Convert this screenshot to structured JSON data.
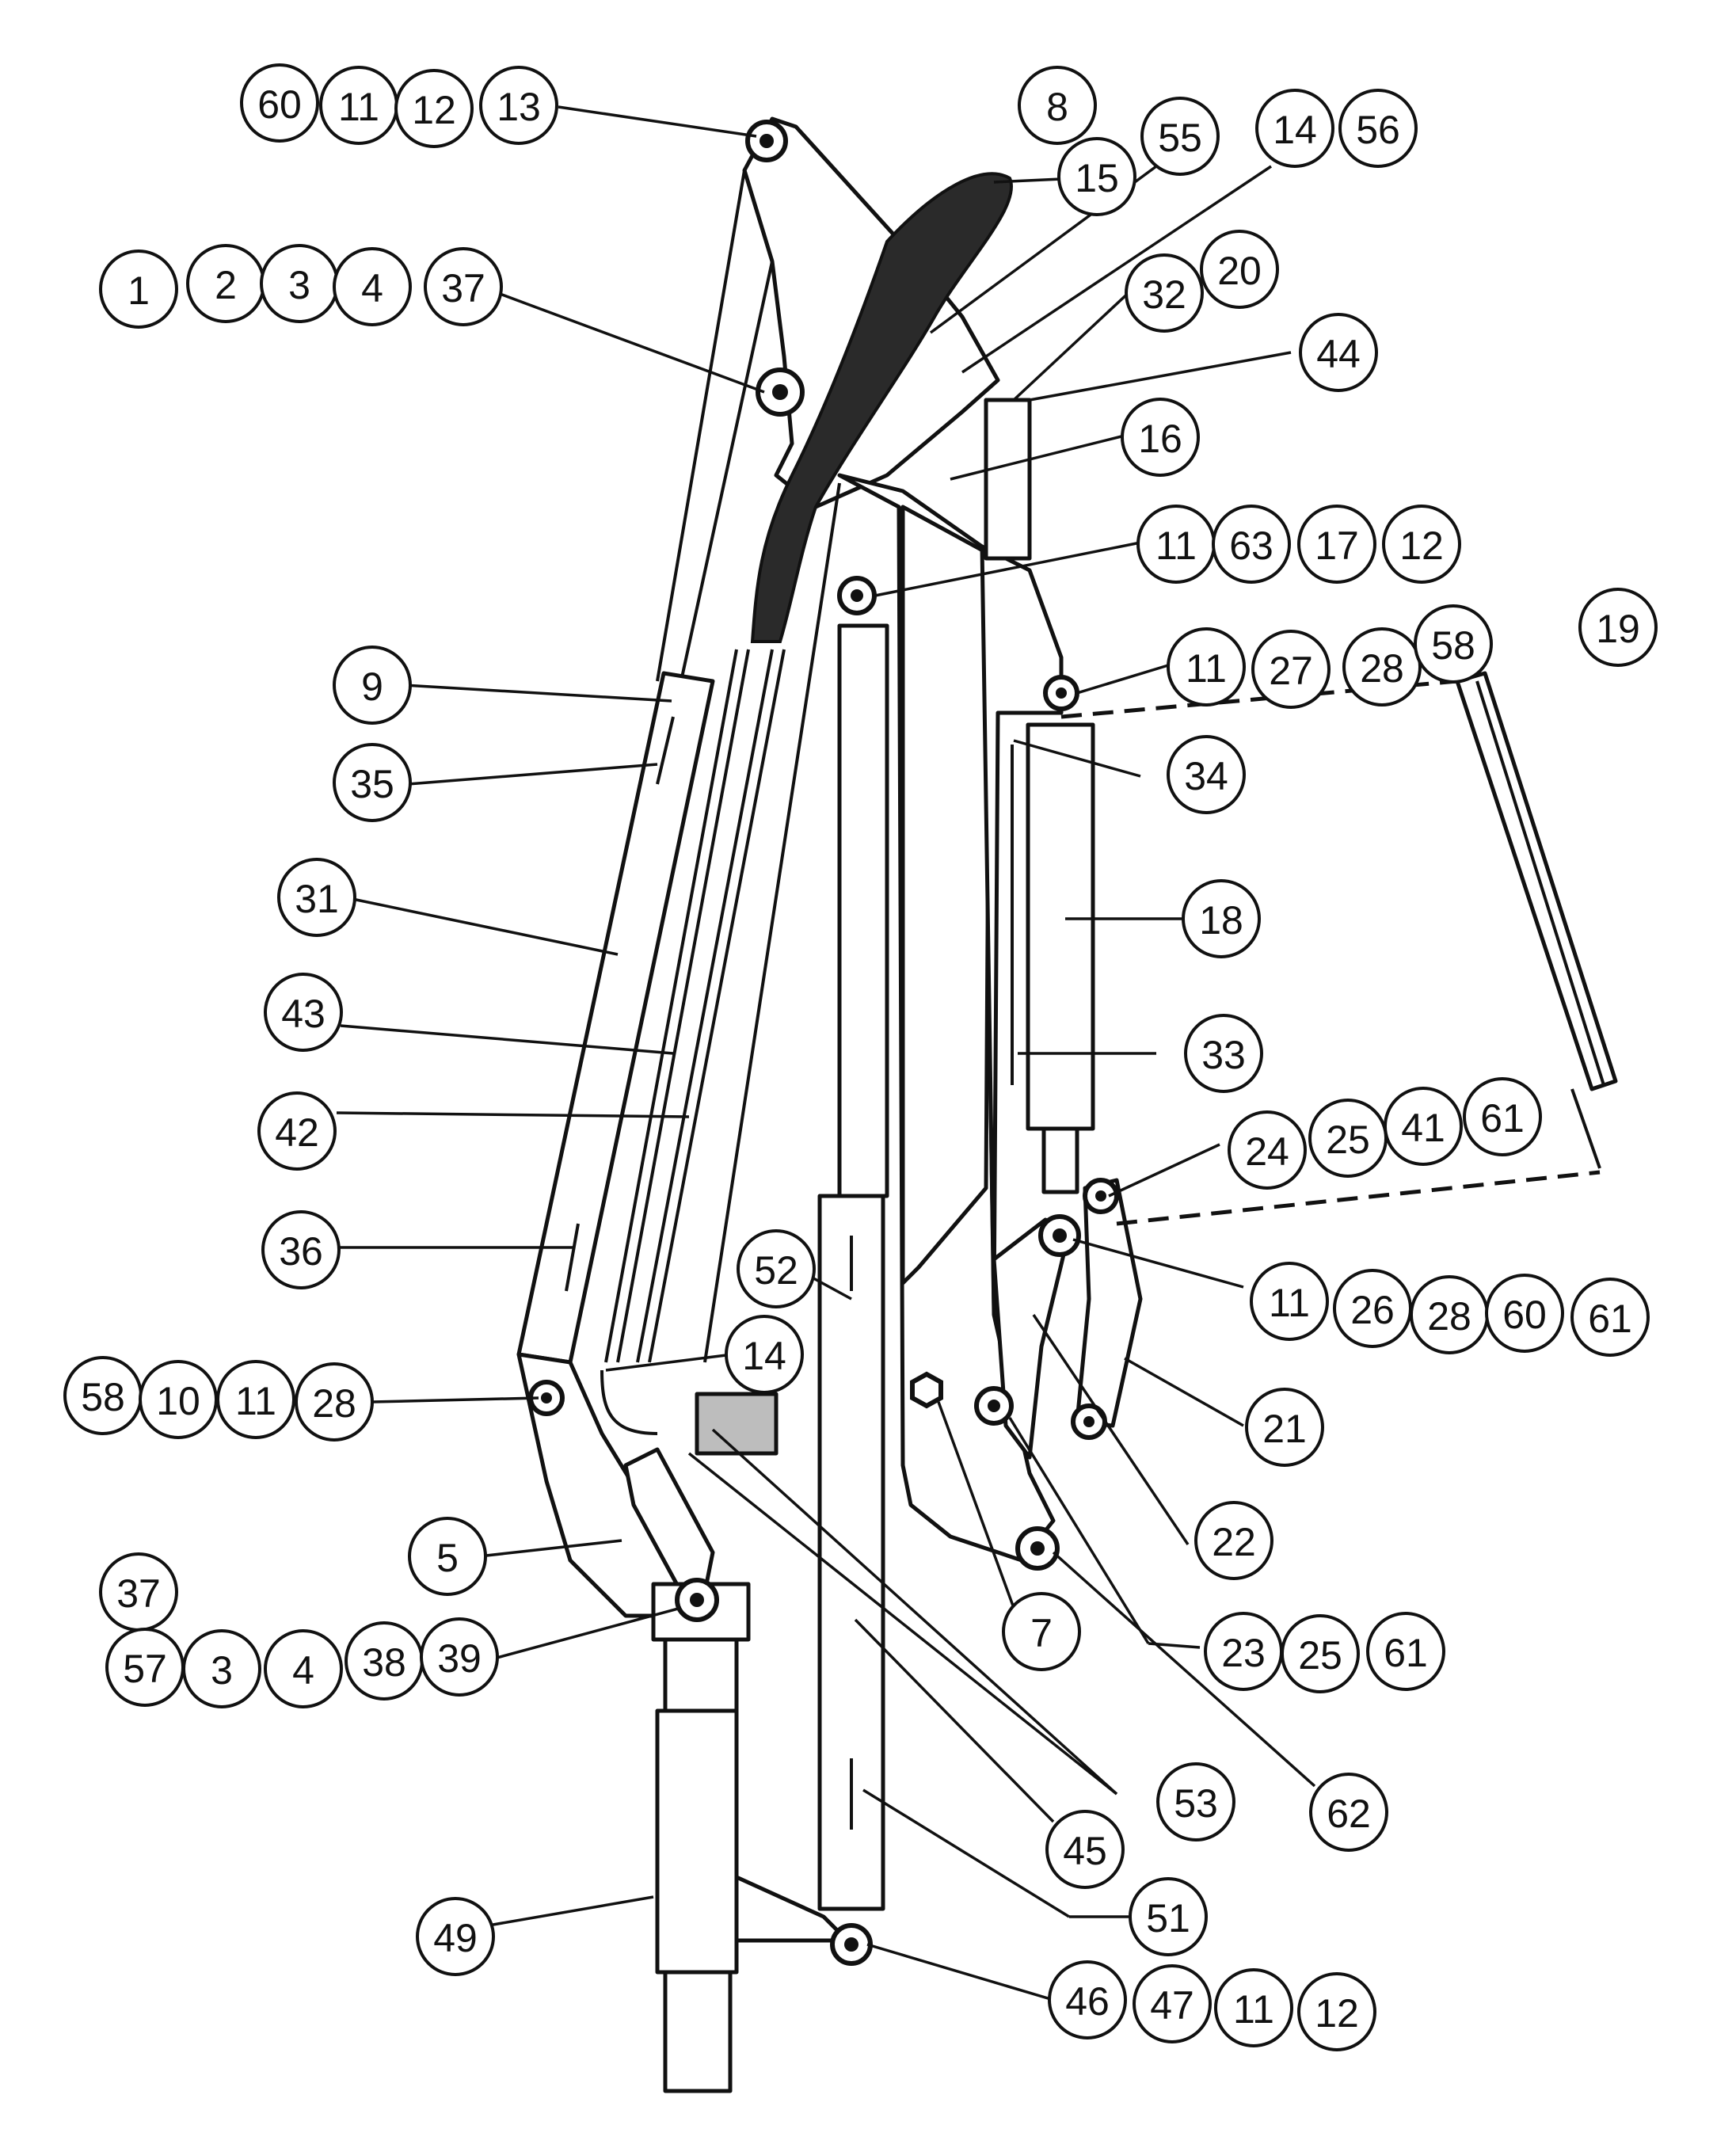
{
  "diagram": {
    "callouts": [
      "60",
      "11",
      "12",
      "13",
      "8",
      "55",
      "14",
      "56",
      "15",
      "1",
      "2",
      "3",
      "4",
      "37",
      "32",
      "20",
      "44",
      "16",
      "11",
      "63",
      "17",
      "12",
      "19",
      "9",
      "11",
      "27",
      "28",
      "58",
      "35",
      "34",
      "31",
      "18",
      "43",
      "33",
      "42",
      "24",
      "25",
      "41",
      "61",
      "36",
      "52",
      "11",
      "26",
      "28",
      "60",
      "61",
      "14",
      "58",
      "10",
      "11",
      "28",
      "21",
      "5",
      "22",
      "37",
      "7",
      "23",
      "25",
      "61",
      "57",
      "3",
      "4",
      "38",
      "39",
      "53",
      "62",
      "45",
      "49",
      "51",
      "46",
      "47",
      "11",
      "12"
    ]
  }
}
